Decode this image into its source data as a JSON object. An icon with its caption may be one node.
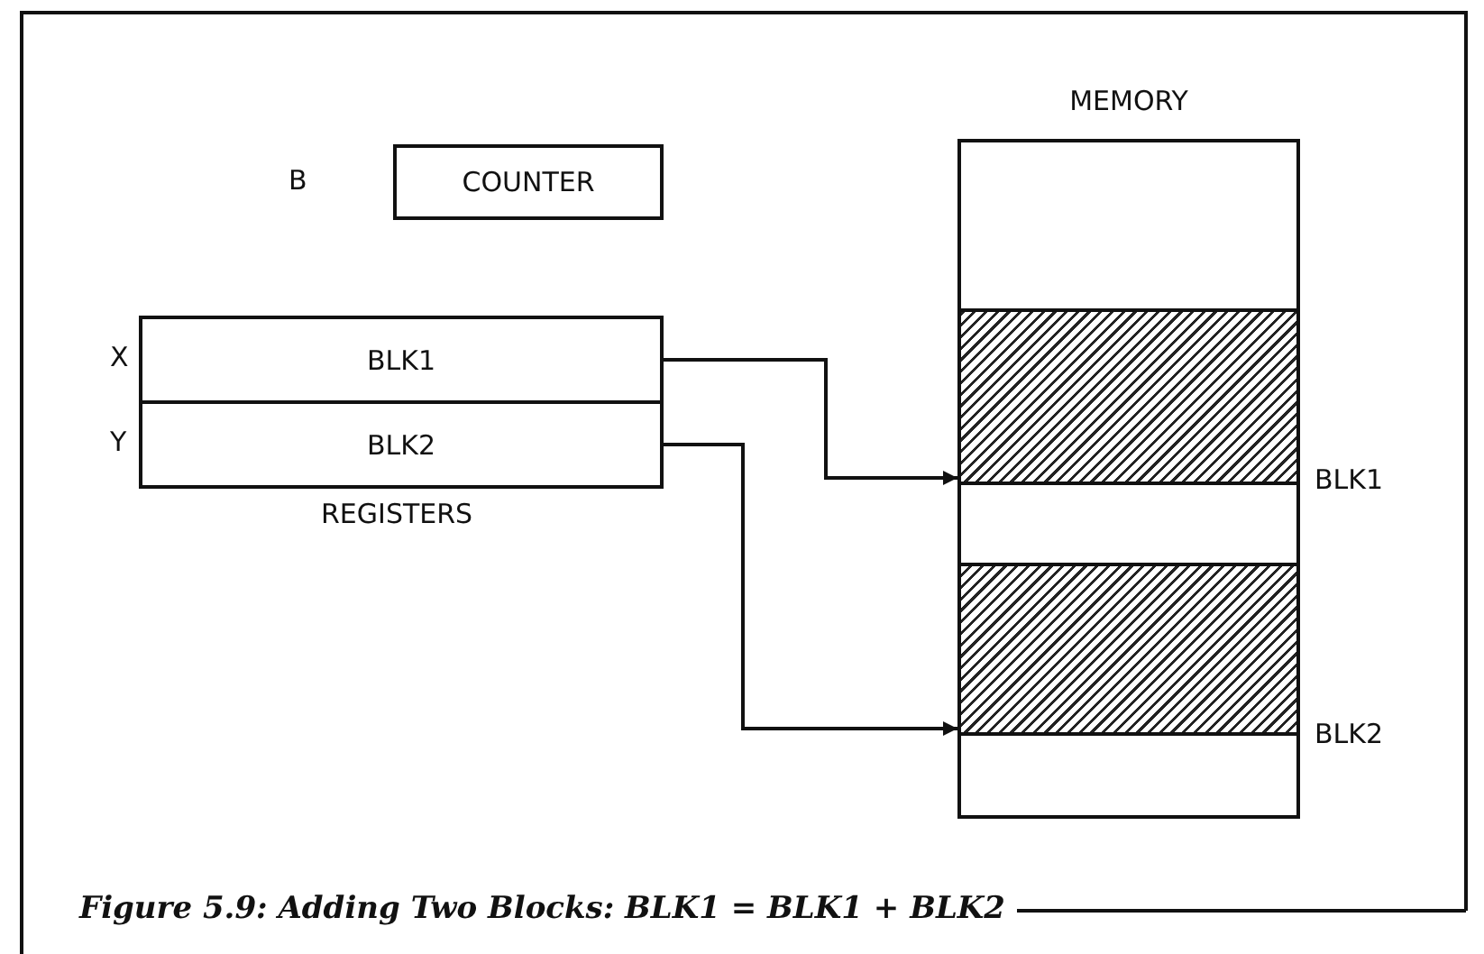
{
  "diagram": {
    "caption": "Figure 5.9: Adding Two Blocks: BLK1 = BLK1 + BLK2",
    "nodes": [
      {
        "text": [
          "COUNTER"
        ],
        "beside": [
          "B"
        ]
      },
      {
        "text": [
          "BLK1"
        ],
        "beside": [
          "X"
        ]
      },
      {
        "text": [
          "BLK2"
        ],
        "beside": [
          "Y"
        ]
      },
      {
        "text": [
          "MEMORY"
        ]
      },
      {
        "text": [],
        "shape": "box",
        "in": 3
      },
      {
        "text": [],
        "shape": "box",
        "in": 3,
        "beside": [
          "BLK1"
        ]
      },
      {
        "text": [],
        "shape": "box",
        "in": 3
      },
      {
        "text": [],
        "shape": "box",
        "in": 3,
        "beside": [
          "BLK2"
        ]
      },
      {
        "text": [],
        "shape": "box",
        "in": 3
      }
    ],
    "edges": [
      {
        "from": 1,
        "to": 5,
        "arrow": "to"
      },
      {
        "from": 2,
        "to": 7,
        "arrow": "to"
      }
    ],
    "labels": [
      "REGISTERS"
    ]
  }
}
